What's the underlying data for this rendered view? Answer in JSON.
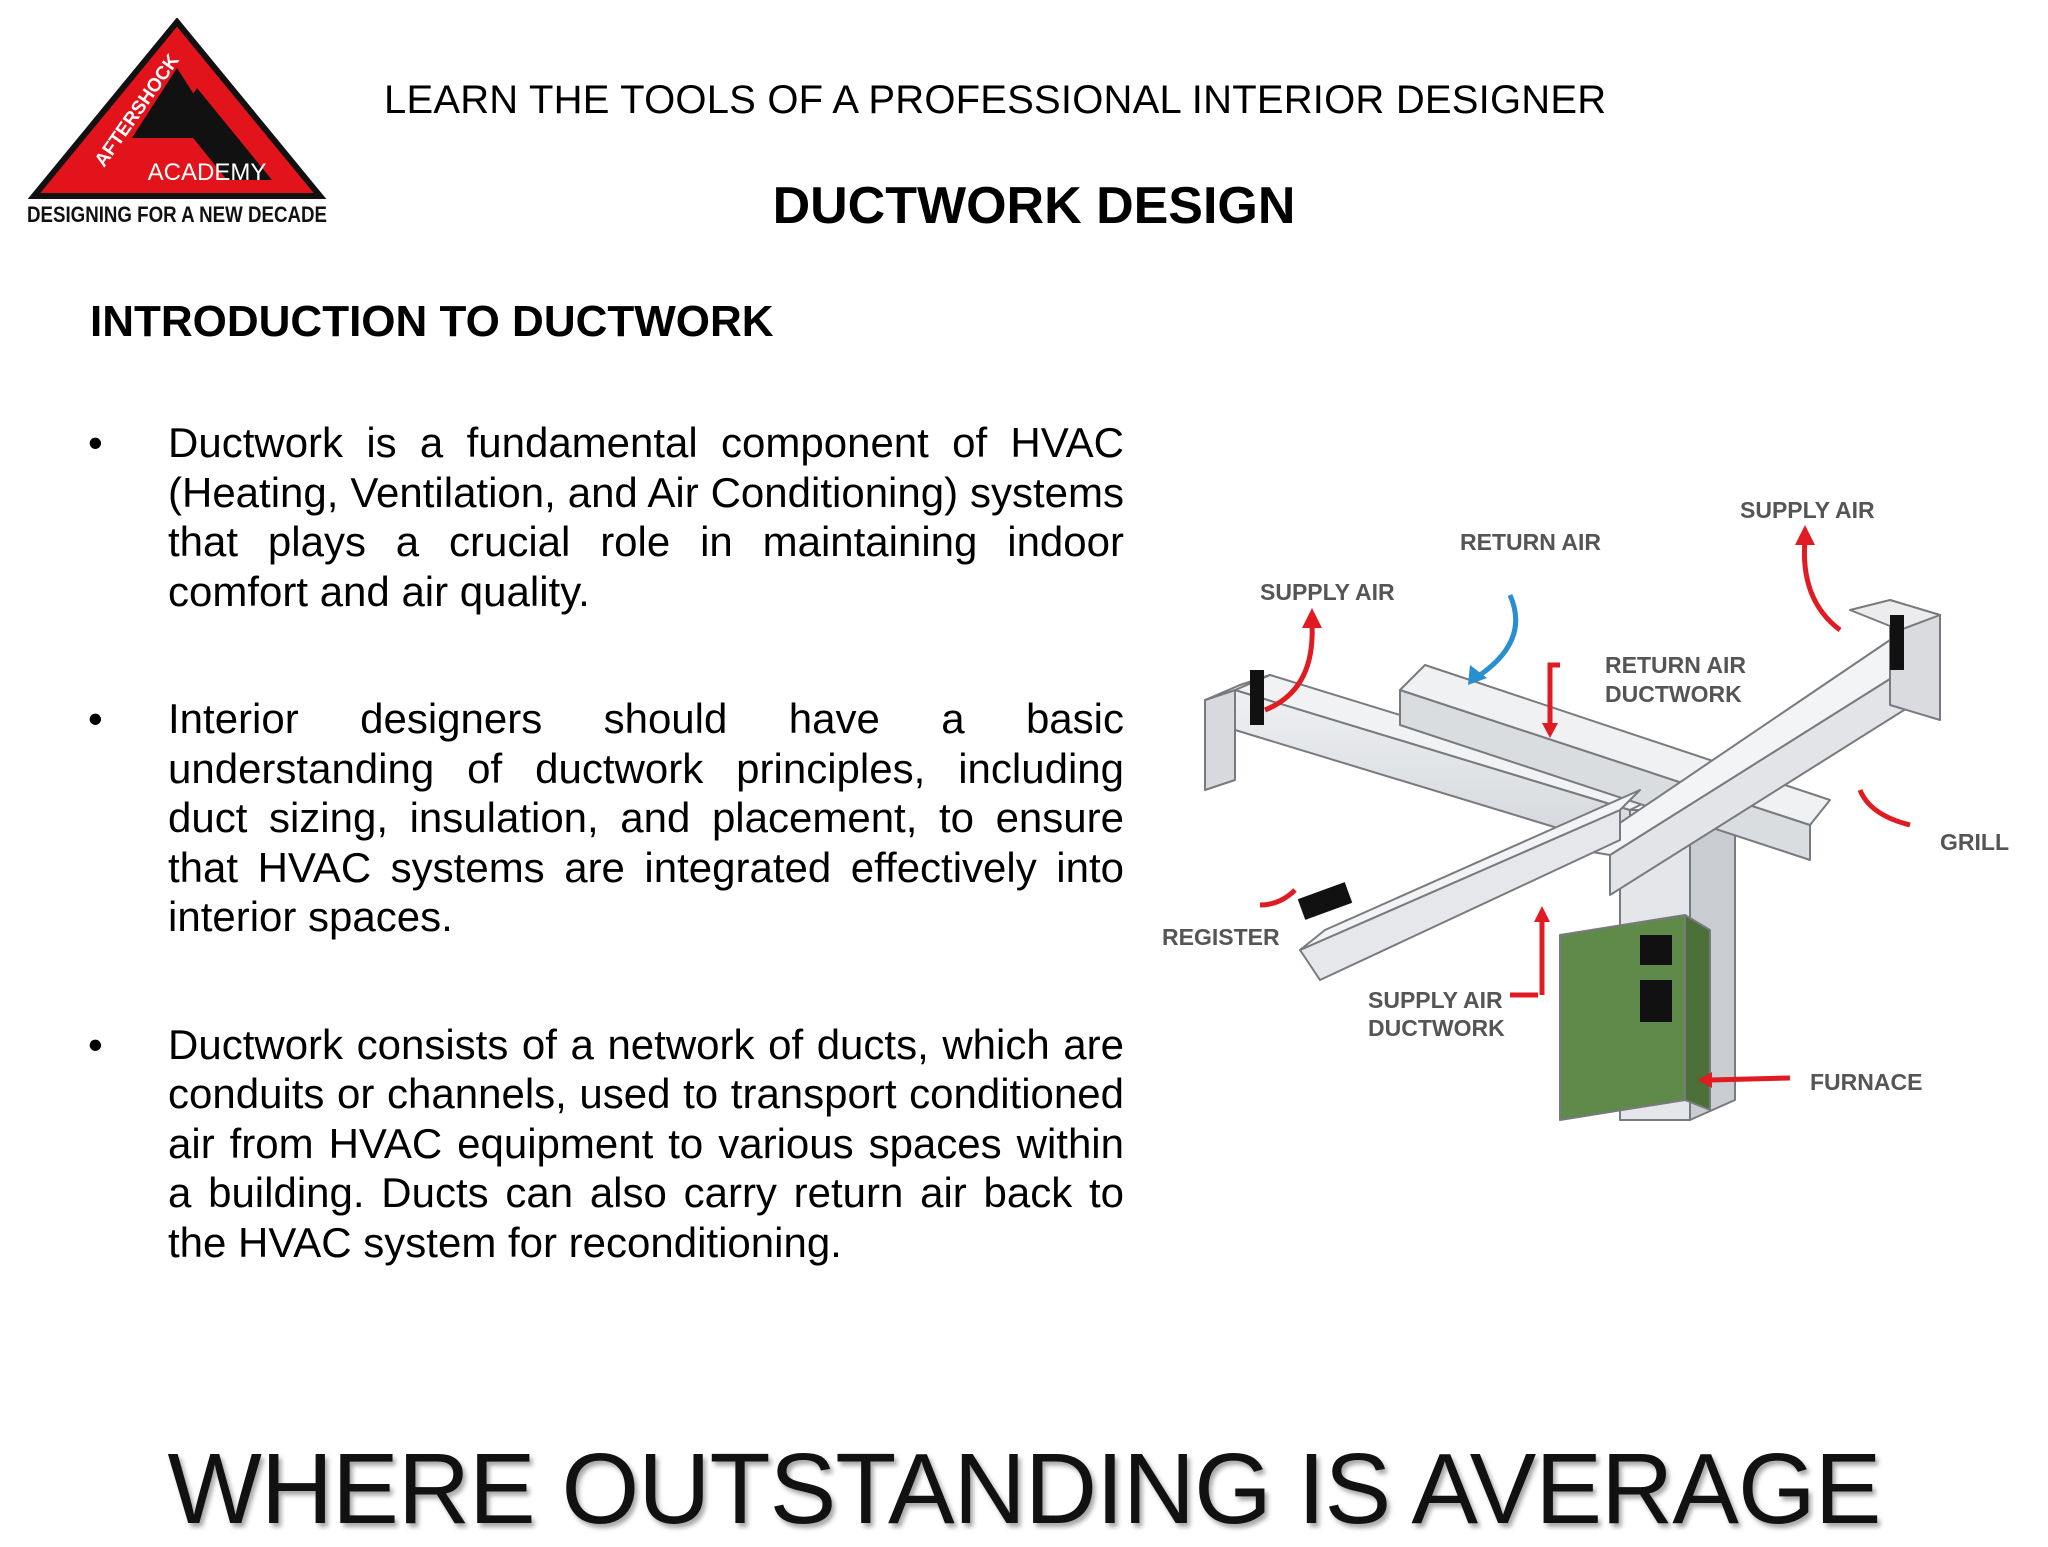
{
  "header": {
    "tagline": "LEARN THE TOOLS OF A PROFESSIONAL INTERIOR DESIGNER",
    "title": "DUCTWORK DESIGN"
  },
  "logo": {
    "brand": "AFTERSHOCK",
    "name": "ACADEMY",
    "slogan": "DESIGNING FOR A NEW DECADE",
    "colors": {
      "triangle": "#e3131b",
      "dark": "#111111"
    }
  },
  "section": {
    "title": "INTRODUCTION TO DUCTWORK",
    "bullets": [
      "Ductwork is a fundamental component of HVAC (Heating, Ventilation, and Air Conditioning) systems that plays a crucial role in maintaining indoor comfort and air quality.",
      "Interior designers should have a basic understanding of ductwork principles, including duct sizing, insulation, and placement, to ensure that HVAC systems are integrated effectively into interior spaces.",
      "Ductwork consists of a network of ducts, which are conduits or channels, used to transport conditioned air from HVAC equipment to various spaces within a building. Ducts can also carry return air back to the HVAC system for reconditioning."
    ]
  },
  "diagram": {
    "labels": {
      "supply_air_left": "SUPPLY AIR",
      "return_air": "RETURN AIR",
      "supply_air_right": "SUPPLY AIR",
      "return_air_ductwork_1": "RETURN AIR",
      "return_air_ductwork_2": "DUCTWORK",
      "grill": "GRILL",
      "register": "REGISTER",
      "supply_air_ductwork_1": "SUPPLY AIR",
      "supply_air_ductwork_2": "DUCTWORK",
      "furnace": "FURNACE"
    },
    "colors": {
      "arrow_red": "#e01b22",
      "arrow_blue": "#2a8fd0",
      "duct": "#dfe1e4",
      "furnace": "#5f8a4a"
    }
  },
  "footer": {
    "motto": "WHERE OUTSTANDING IS AVERAGE"
  }
}
